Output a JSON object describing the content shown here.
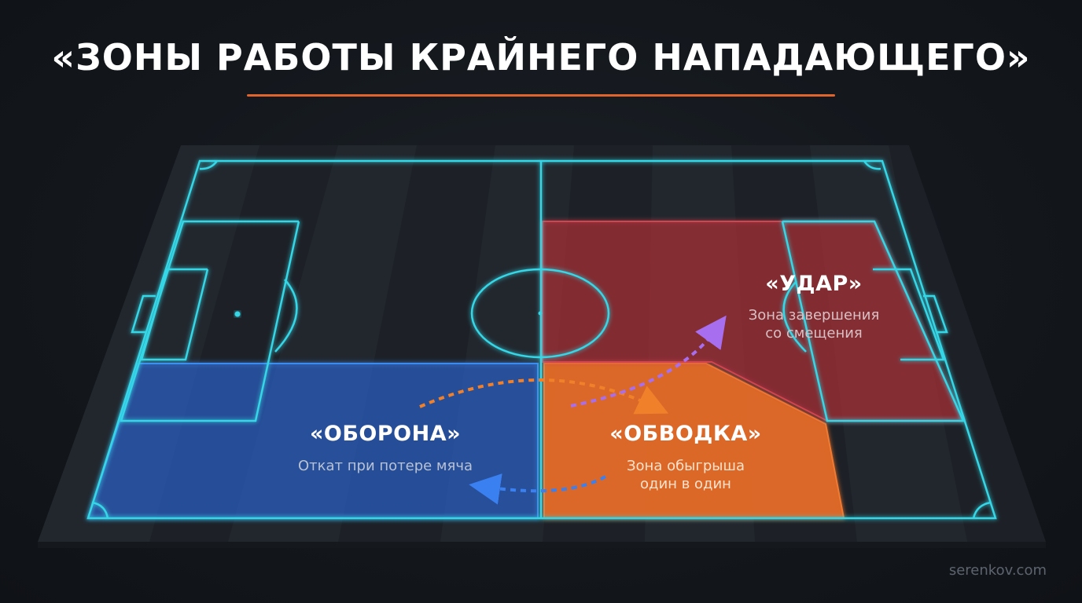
{
  "title": "«ЗОНЫ РАБОТЫ КРАЙНЕГО НАПАДАЮЩЕГО»",
  "zones": {
    "defense": {
      "label": "«ОБОРОНА»",
      "description": "Откат при потере мяча",
      "color": "#3a7ae8"
    },
    "dribble": {
      "label": "«ОБВОДКА»",
      "description_line1": "Зона обыгрыша",
      "description_line2": "один в один",
      "color": "#e8742c"
    },
    "shot": {
      "label": "«УДАР»",
      "description_line1": "Зона завершения",
      "description_line2": "со смещения",
      "color": "#c8404a"
    }
  },
  "colors": {
    "field_lines": "#35d6e6",
    "accent": "#e0642c",
    "arrow_orange": "#f0802a",
    "arrow_purple": "#a86ef0",
    "arrow_blue": "#3a80f0"
  },
  "watermark": "serenkov.com"
}
